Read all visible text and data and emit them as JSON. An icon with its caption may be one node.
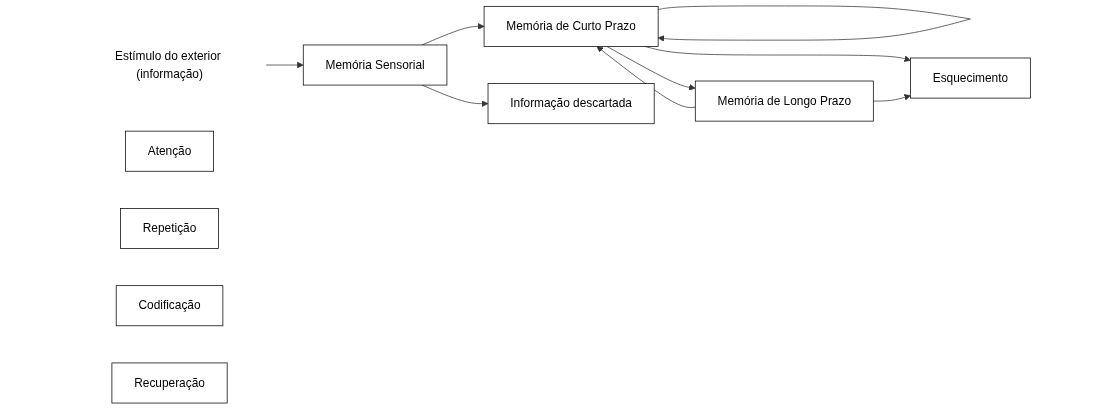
{
  "diagram": {
    "nodes": [
      {
        "text": [
          "Estímulo do exterior (informação)"
        ]
      },
      {
        "text": [
          "Memória Sensorial"
        ]
      },
      {
        "text": [
          "Atenção"
        ]
      },
      {
        "text": [
          "Repetição"
        ]
      },
      {
        "text": [
          "Memória de Curto Prazo"
        ]
      },
      {
        "text": [
          "Codificação"
        ]
      },
      {
        "text": [
          "Recuperação"
        ]
      },
      {
        "text": [
          "Memória de Longo Prazo"
        ]
      },
      {
        "text": [
          "Informação descartada"
        ]
      },
      {
        "text": [
          "Esquecimento"
        ]
      }
    ],
    "edges": [
      {
        "from": 0,
        "to": 1,
        "arrow": "to"
      },
      {
        "from": 1,
        "to": 4,
        "arrow": "to"
      },
      {
        "from": 4,
        "to": 4,
        "arrow": "to"
      },
      {
        "from": 4,
        "to": 7,
        "arrow": "to"
      },
      {
        "from": 7,
        "to": 4,
        "arrow": "to"
      },
      {
        "from": 1,
        "to": 8,
        "arrow": "to"
      },
      {
        "from": 4,
        "to": 9,
        "arrow": "to"
      },
      {
        "from": 7,
        "to": 9,
        "arrow": "to"
      }
    ]
  }
}
